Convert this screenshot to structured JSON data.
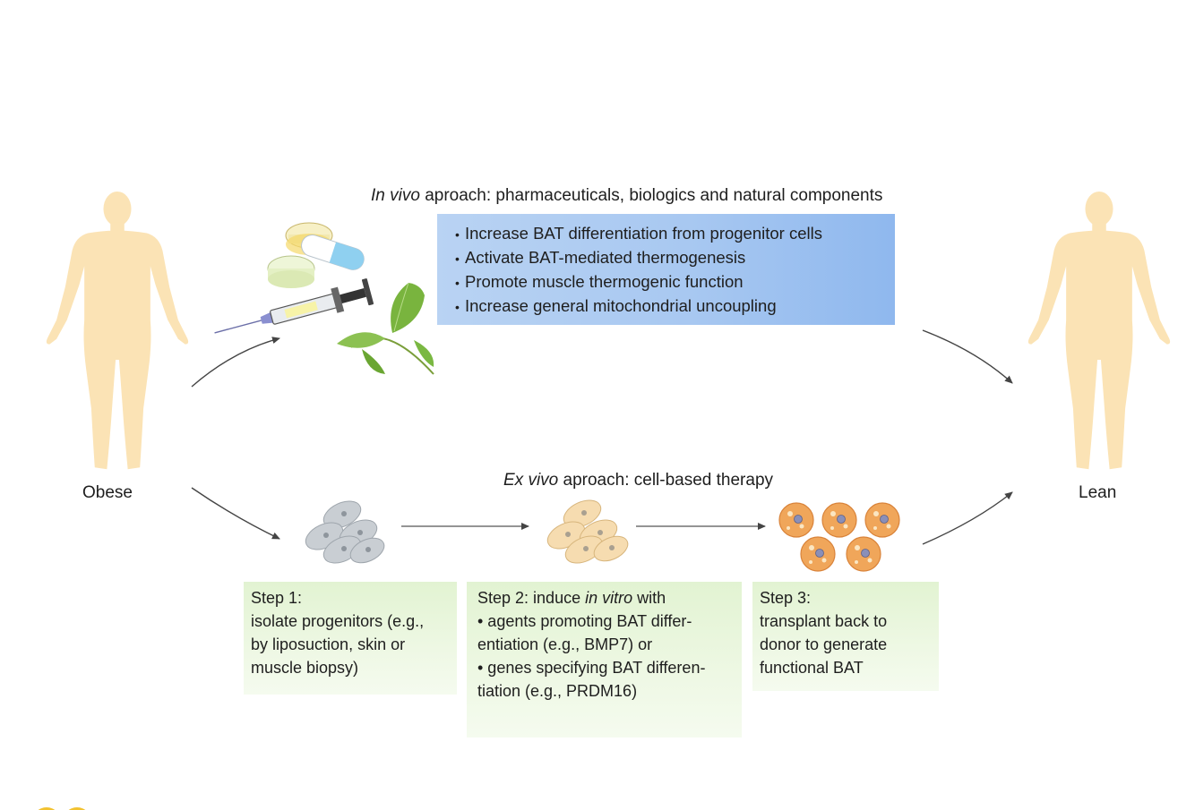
{
  "labels": {
    "obese": "Obese",
    "lean": "Lean"
  },
  "in_vivo": {
    "heading_em": "In vivo",
    "heading_rest": " aproach: pharmaceuticals, biologics and natural components",
    "bullets": [
      "Increase BAT differentiation from progenitor cells",
      "Activate BAT-mediated thermogenesis",
      "Promote muscle thermogenic function",
      "Increase general mitochondrial uncoupling"
    ]
  },
  "ex_vivo": {
    "heading_em": "Ex vivo",
    "heading_rest": " aproach: cell-based therapy",
    "step1": {
      "title": "Step 1:",
      "lines": [
        "isolate progenitors (e.g.,",
        "by liposuction, skin or",
        "muscle biopsy)"
      ]
    },
    "step2": {
      "title_pre": "Step 2: induce ",
      "title_em": "in vitro",
      "title_post": " with",
      "lines": [
        "• agents promoting BAT  differ-",
        "entiation (e.g., BMP7)  or",
        "• genes specifying BAT  differen-",
        "tiation (e.g., PRDM16)"
      ]
    },
    "step3": {
      "title": "Step 3:",
      "lines": [
        "transplant back to",
        "donor to generate",
        "functional BAT"
      ]
    }
  },
  "colors": {
    "body_silhouette": "#fbe3b5",
    "blue_box": "#a8c8f1",
    "green_box": "#e6f5d8",
    "progenitor_cells": "#c9ced3",
    "differentiating_cells": "#f6dcb0",
    "brown_fat_cells": "#f0a65a"
  },
  "icons": [
    "pill-capsule-icon",
    "syringe-icon",
    "leaf-icon",
    "cursor-arrow-icon"
  ]
}
